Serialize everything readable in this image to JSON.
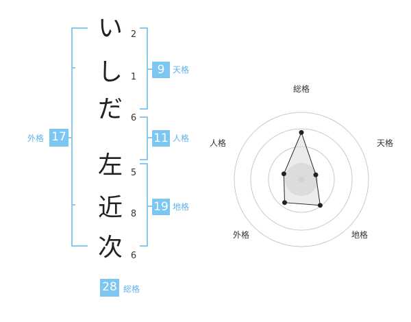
{
  "name": {
    "surname": [
      {
        "char": "い",
        "strokes": "2"
      },
      {
        "char": "し",
        "strokes": "1"
      },
      {
        "char": "だ",
        "strokes": "6"
      }
    ],
    "given": [
      {
        "char": "左",
        "strokes": "5"
      },
      {
        "char": "近",
        "strokes": "8"
      },
      {
        "char": "次",
        "strokes": "6"
      }
    ]
  },
  "kaku": {
    "tenkaku": {
      "value": "9",
      "label": "天格"
    },
    "jinkaku": {
      "value": "11",
      "label": "人格"
    },
    "chikaku": {
      "value": "19",
      "label": "地格"
    },
    "gaikaku": {
      "value": "17",
      "label": "外格"
    },
    "soukaku": {
      "value": "28",
      "label": "総格"
    }
  },
  "chart_data": {
    "type": "radar",
    "axes": [
      "総格",
      "天格",
      "地格",
      "外格",
      "人格"
    ],
    "values": [
      28,
      9,
      19,
      17,
      11
    ],
    "rings": 4
  }
}
